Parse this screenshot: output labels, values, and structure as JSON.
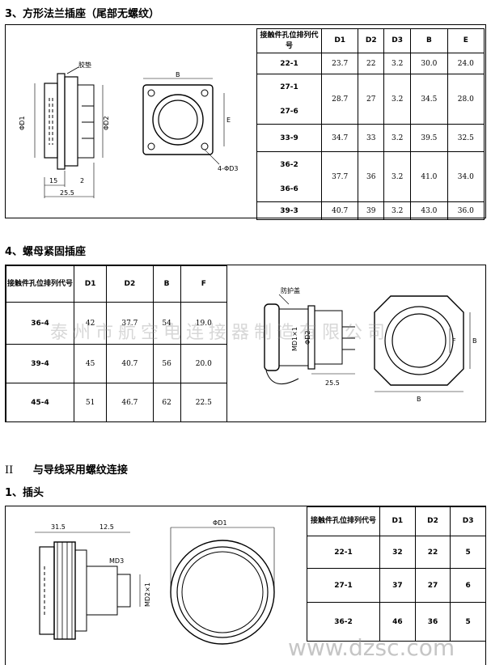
{
  "section3": {
    "title": "3、方形法兰插座（尾部无螺纹）",
    "headers": [
      "接触件孔位排列代号",
      "D1",
      "D2",
      "D3",
      "B",
      "E"
    ],
    "rows": [
      {
        "codes": [
          "22-1"
        ],
        "d1": "23.7",
        "d2": "22",
        "d3": "3.2",
        "b": "30.0",
        "e": "24.0"
      },
      {
        "codes": [
          "27-1",
          "27-6"
        ],
        "d1": "28.7",
        "d2": "27",
        "d3": "3.2",
        "b": "34.5",
        "e": "28.0"
      },
      {
        "codes": [
          "33-9"
        ],
        "d1": "34.7",
        "d2": "33",
        "d3": "3.2",
        "b": "39.5",
        "e": "32.5"
      },
      {
        "codes": [
          "36-2",
          "36-6"
        ],
        "d1": "37.7",
        "d2": "36",
        "d3": "3.2",
        "b": "41.0",
        "e": "34.0"
      },
      {
        "codes": [
          "39-3"
        ],
        "d1": "40.7",
        "d2": "39",
        "d3": "3.2",
        "b": "43.0",
        "e": "36.0"
      }
    ],
    "drawing_labels": {
      "gasket": "胶垫",
      "d1": "ΦD1",
      "d2": "ΦD2",
      "dim15": "15",
      "dim2": "2",
      "dim255": "25.5",
      "b": "B",
      "e": "E",
      "d3": "4-ΦD3"
    }
  },
  "section4": {
    "title": "4、螺母紧固插座",
    "headers": [
      "接触件孔位排列代号",
      "D1",
      "D2",
      "B",
      "F"
    ],
    "rows": [
      {
        "code": "36-4",
        "d1": "42",
        "d2": "37.7",
        "b": "54",
        "f": "19.0"
      },
      {
        "code": "39-4",
        "d1": "45",
        "d2": "40.7",
        "b": "56",
        "f": "20.0"
      },
      {
        "code": "45-4",
        "d1": "51",
        "d2": "46.7",
        "b": "62",
        "f": "22.5"
      }
    ],
    "drawing_labels": {
      "cover": "防护盖",
      "md1": "MD1×1",
      "d2": "ΦD2",
      "dim255": "25.5",
      "f": "F",
      "b": "B",
      "b2": "B"
    }
  },
  "sectionII": {
    "numeral": "II",
    "title": "与导线采用螺纹连接"
  },
  "section1": {
    "title": "1、插头",
    "headers": [
      "接触件孔位排列代号",
      "D1",
      "D2",
      "D3"
    ],
    "rows": [
      {
        "code": "22-1",
        "d1": "32",
        "d2": "22",
        "d3": "5"
      },
      {
        "code": "27-1",
        "d1": "37",
        "d2": "27",
        "d3": "6"
      },
      {
        "code": "36-2",
        "d1": "46",
        "d2": "36",
        "d3": "5"
      }
    ],
    "drawing_labels": {
      "dim315": "31.5",
      "dim125": "12.5",
      "md3": "MD3",
      "md2": "MD2×1",
      "d1": "ΦD1"
    }
  },
  "watermarks": {
    "center": "泰州市航空电连接器制造有限公司",
    "footer": "www.dzsc.com"
  }
}
